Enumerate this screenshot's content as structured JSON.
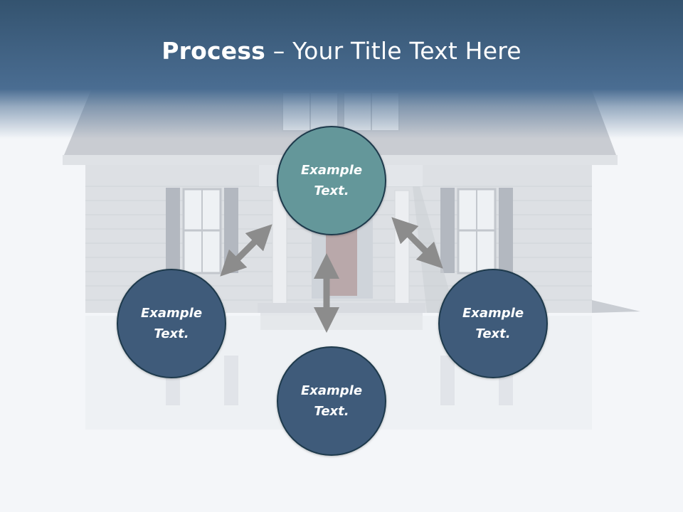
{
  "slide": {
    "title_bold": "Process",
    "title_rest": " – Your Title Text Here"
  },
  "nodes": {
    "top": {
      "line1": "Example",
      "line2": "Text."
    },
    "left": {
      "line1": "Example",
      "line2": "Text."
    },
    "right": {
      "line1": "Example",
      "line2": "Text."
    },
    "bottom": {
      "line1": "Example",
      "line2": "Text."
    }
  },
  "colors": {
    "header": "#4a6d92",
    "node_accent": "#64979a",
    "node_primary": "#3f5b7a",
    "arrow": "#8c8c8c"
  }
}
